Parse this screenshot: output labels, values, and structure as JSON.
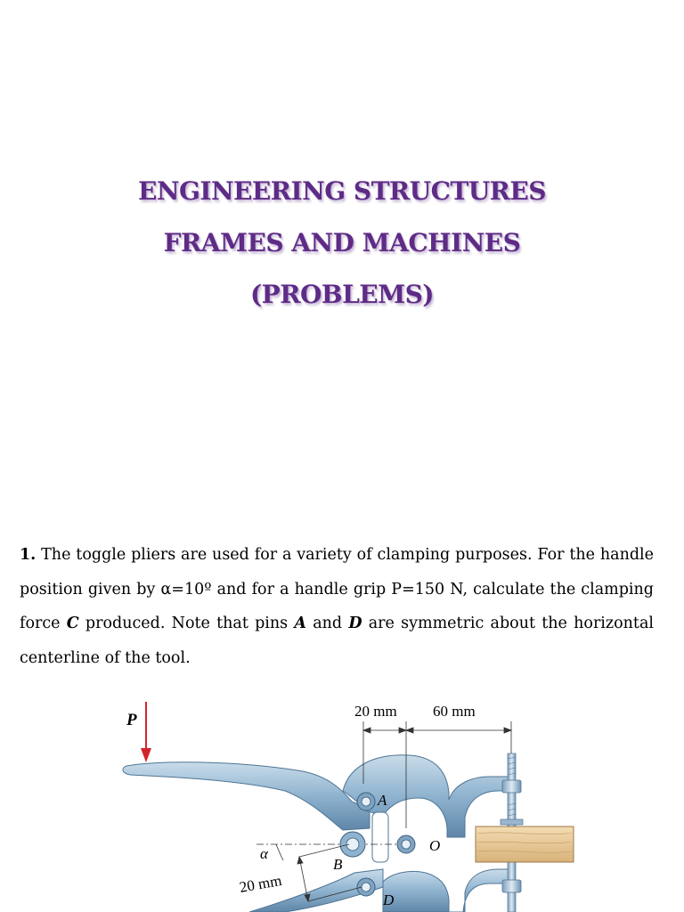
{
  "title": {
    "line1": "ENGINEERING STRUCTURES",
    "line2": "FRAMES AND MACHINES",
    "line3": "(PROBLEMS)"
  },
  "problem": {
    "number": "1.",
    "seg1": " The toggle pliers are used for a variety of clamping purposes. For the handle position given by ",
    "alpha": "α",
    "seg2": "=10",
    "degree": "º",
    "seg3": " and for a handle grip P=150 N, calculate the clamping force ",
    "var_c": "C",
    "seg4": " produced. Note that pins ",
    "var_a": "A",
    "seg5": " and ",
    "var_d": "D",
    "seg6": " are symmetric about the horizontal centerline of the tool."
  },
  "figure": {
    "label_p": "P",
    "dim_20_top": "20 mm",
    "dim_60_top": "60 mm",
    "label_a": "A",
    "label_o": "O",
    "label_b": "B",
    "label_d": "D",
    "label_alpha": "α",
    "dim_20_side": "20 mm",
    "colors": {
      "body": "#8fb3cf",
      "body_dark": "#5f86a8",
      "arrow": "#d2232a",
      "wood": "#e8c99a"
    }
  }
}
